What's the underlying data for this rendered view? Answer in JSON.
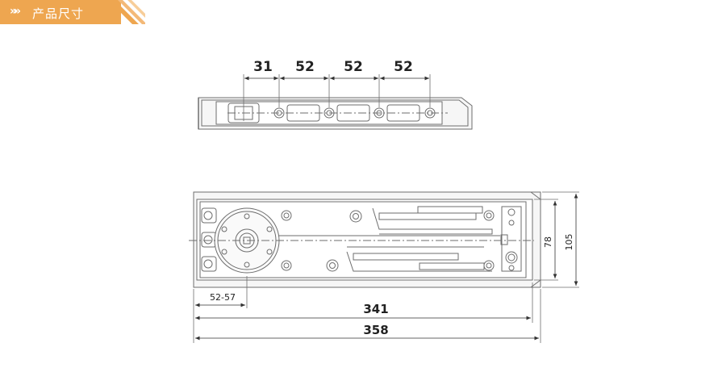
{
  "header": {
    "title": "产品尺寸",
    "chevrons": "»»",
    "accent_color": "#eea650",
    "stripe_color": "#f3b978"
  },
  "top_view": {
    "dimensions": [
      "31",
      "52",
      "52",
      "52"
    ]
  },
  "plan_view": {
    "offset_label": "52-57",
    "inner_length": "341",
    "total_length": "358",
    "inner_width": "78",
    "total_width": "105"
  },
  "colors": {
    "line": "#6e6e6e",
    "fill": "#f4f4f4",
    "text": "#222222"
  }
}
